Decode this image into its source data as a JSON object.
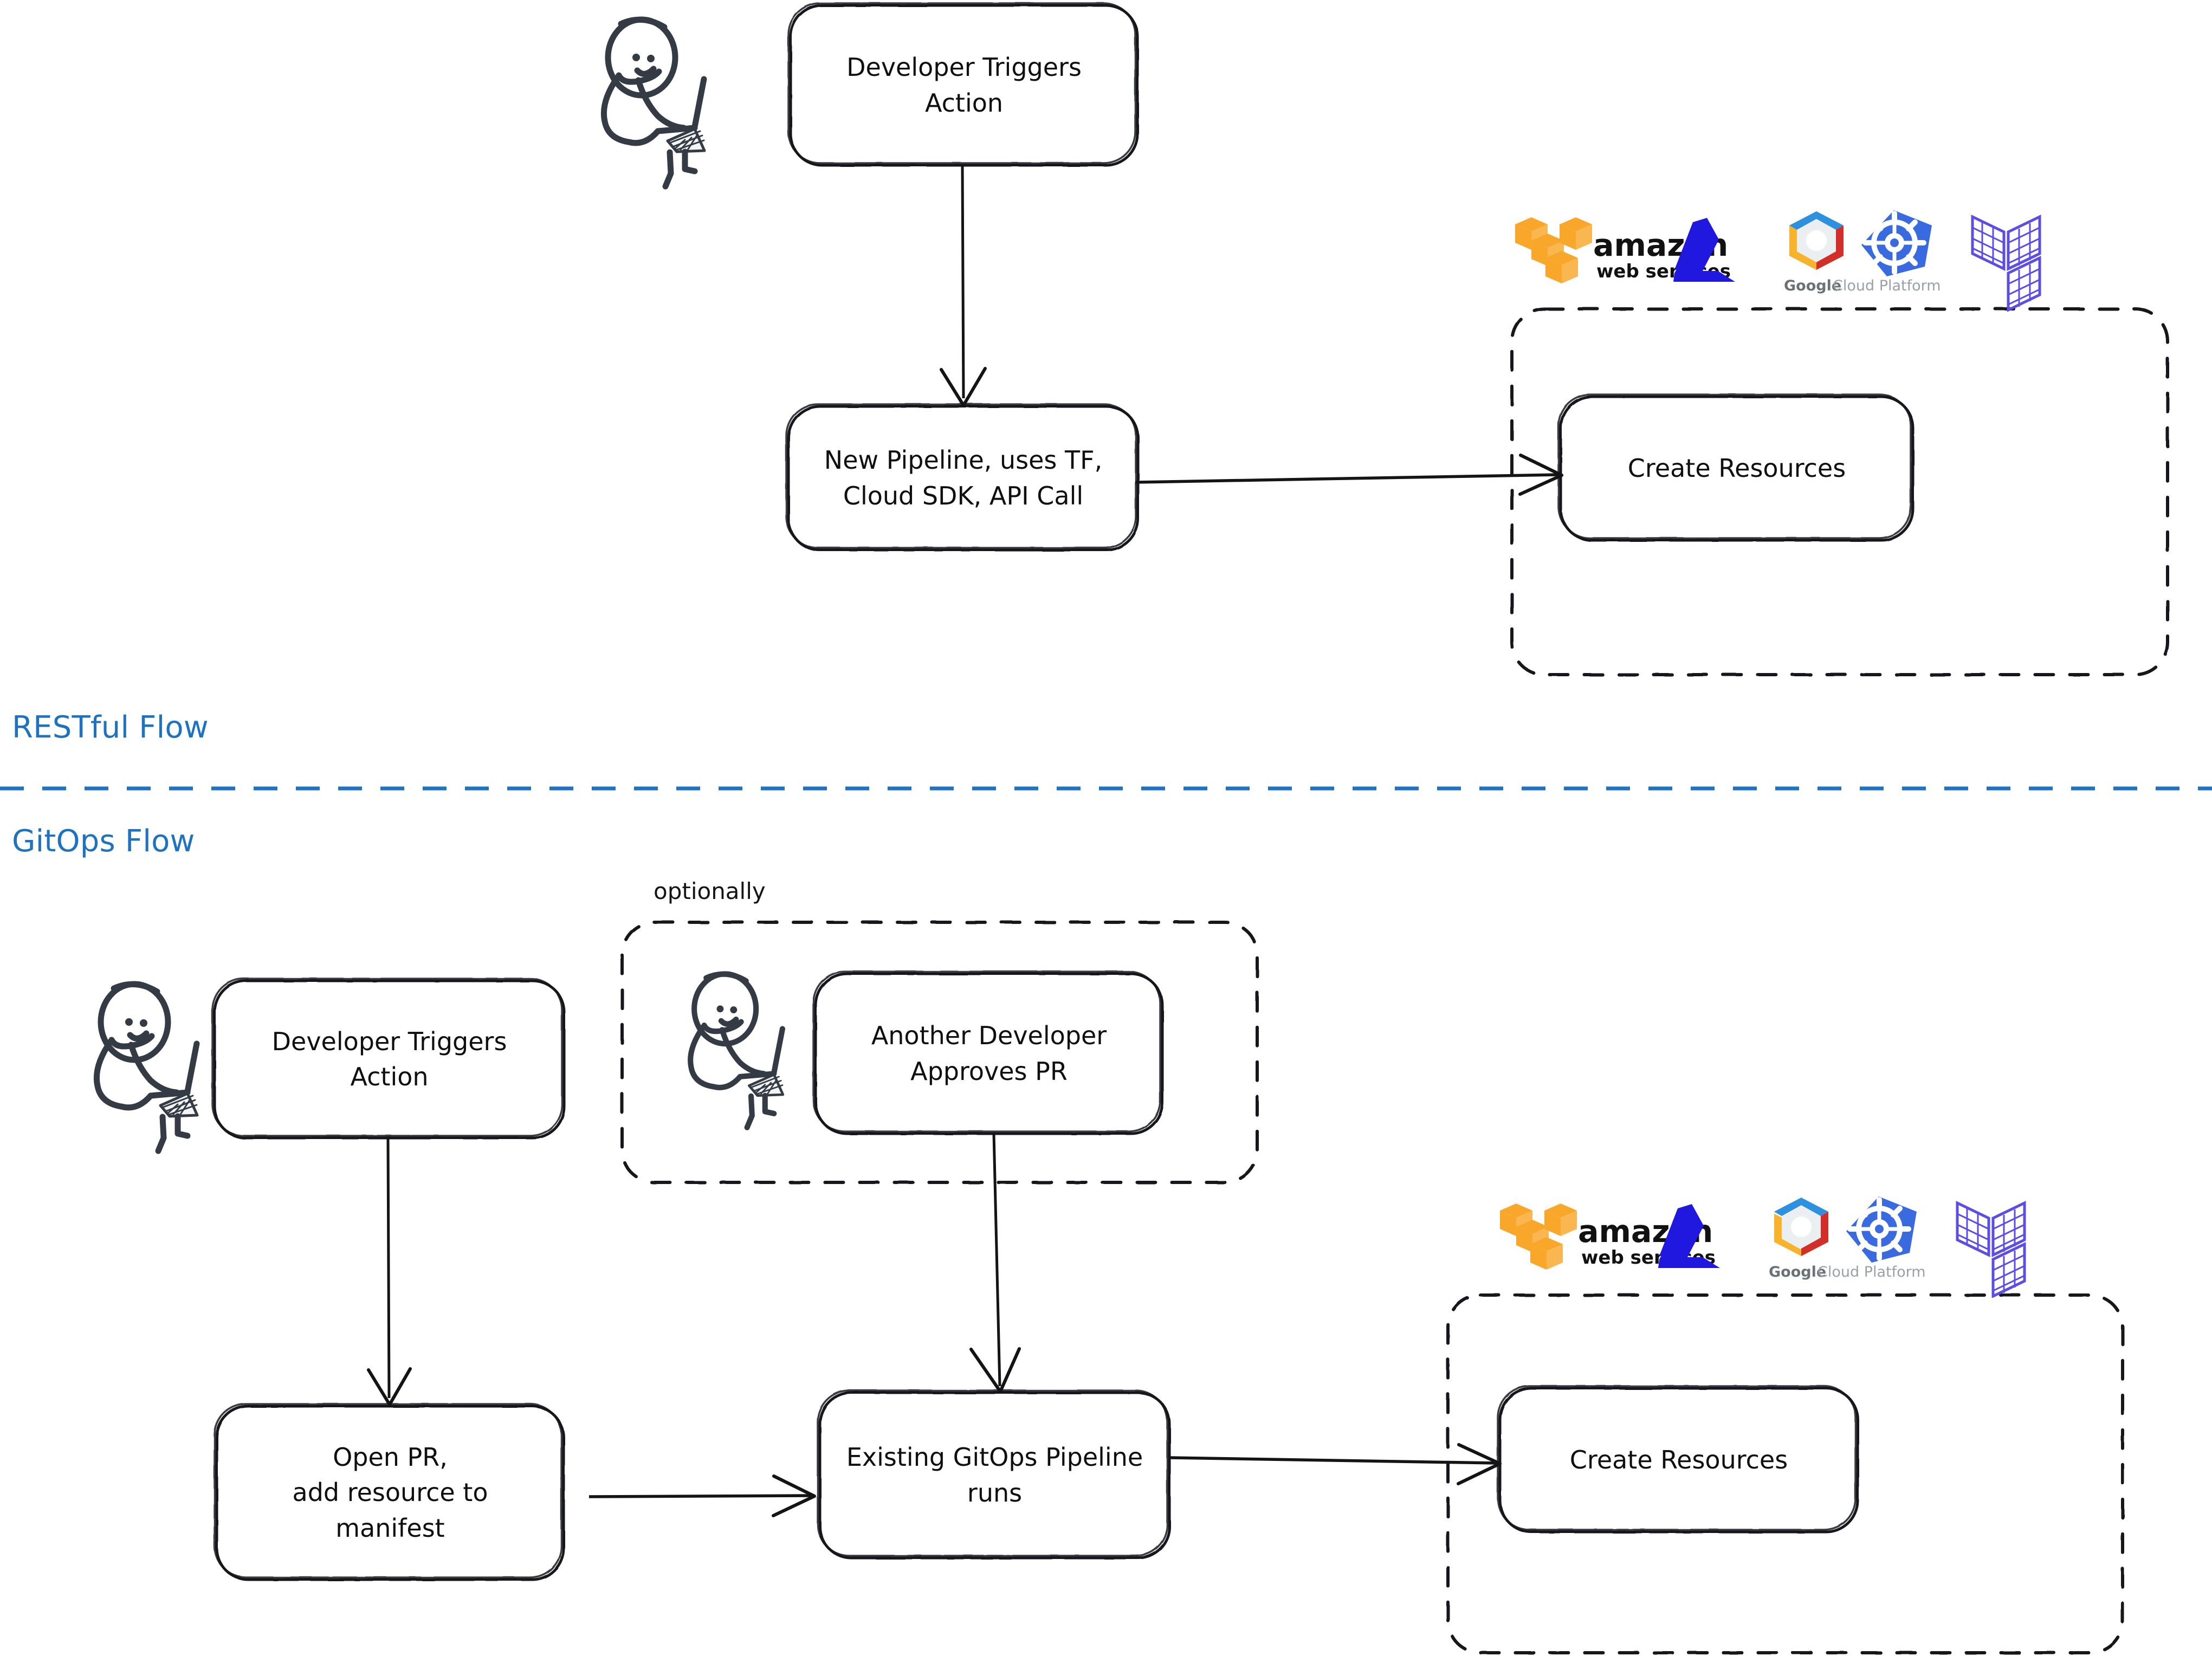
{
  "diagram": {
    "title_semantic": "RESTful vs GitOps infrastructure provisioning flows",
    "sections": [
      {
        "id": "restful",
        "label": "RESTful Flow"
      },
      {
        "id": "gitops",
        "label": "GitOps Flow"
      }
    ],
    "colors": {
      "flow_label": "#1f72c0",
      "divider": "#1f72c0",
      "node_stroke": "#16181c",
      "node_fill": "#ffffff",
      "dashed_group_stroke": "#16181c",
      "person_stroke": "#343b45",
      "arrow": "#141414",
      "aws_orange": "#f9a72b",
      "azure_blue": "#2118e0",
      "gcp_blue": "#2d91e0",
      "gcp_red": "#d32f2a",
      "gcp_yellow": "#f7b32b",
      "kubernetes_blue": "#3a6ae0",
      "terraform_purple": "#5c4ee5"
    },
    "restful_flow": {
      "person_label": "developer-at-laptop",
      "nodes": [
        {
          "id": "rest-trigger",
          "text": "Developer Triggers\nAction"
        },
        {
          "id": "rest-pipeline",
          "text": "New Pipeline, uses TF,\nCloud SDK, API Call"
        },
        {
          "id": "rest-create",
          "text": "Create Resources"
        }
      ],
      "edges": [
        {
          "from": "rest-trigger",
          "to": "rest-pipeline",
          "direction": "down"
        },
        {
          "from": "rest-pipeline",
          "to": "rest-create",
          "direction": "right"
        }
      ],
      "cloud_group": {
        "id": "rest-cloud-group",
        "style": "dashed",
        "logos": [
          "aws-logo",
          "azure-logo",
          "gcp-logo",
          "kubernetes-logo",
          "terraform-logo"
        ]
      }
    },
    "gitops_flow": {
      "person_label": "developer-at-laptop",
      "optional_label": "optionally",
      "nodes": [
        {
          "id": "git-trigger",
          "text": "Developer Triggers\nAction"
        },
        {
          "id": "git-approve",
          "text": "Another Developer\nApproves PR"
        },
        {
          "id": "git-openpr",
          "text": "Open PR,\nadd resource to\nmanifest"
        },
        {
          "id": "git-pipeline",
          "text": "Existing GitOps Pipeline\nruns"
        },
        {
          "id": "git-create",
          "text": "Create Resources"
        }
      ],
      "edges": [
        {
          "from": "git-trigger",
          "to": "git-openpr",
          "direction": "down"
        },
        {
          "from": "git-openpr",
          "to": "git-pipeline",
          "direction": "right"
        },
        {
          "from": "git-approve",
          "to": "git-pipeline",
          "direction": "down"
        },
        {
          "from": "git-pipeline",
          "to": "git-create",
          "direction": "right"
        }
      ],
      "optional_group": {
        "id": "gitops-optional-group",
        "style": "dashed"
      },
      "cloud_group": {
        "id": "gitops-cloud-group",
        "style": "dashed",
        "logos": [
          "aws-logo",
          "azure-logo",
          "gcp-logo",
          "kubernetes-logo",
          "terraform-logo"
        ]
      }
    },
    "logos": {
      "aws": {
        "name": "amazon",
        "subtitle": "web services"
      },
      "azure": {
        "name": ""
      },
      "gcp": {
        "brand": "Google",
        "suffix": "Cloud Platform"
      },
      "kubernetes": {
        "name": ""
      },
      "terraform": {
        "name": ""
      }
    }
  }
}
